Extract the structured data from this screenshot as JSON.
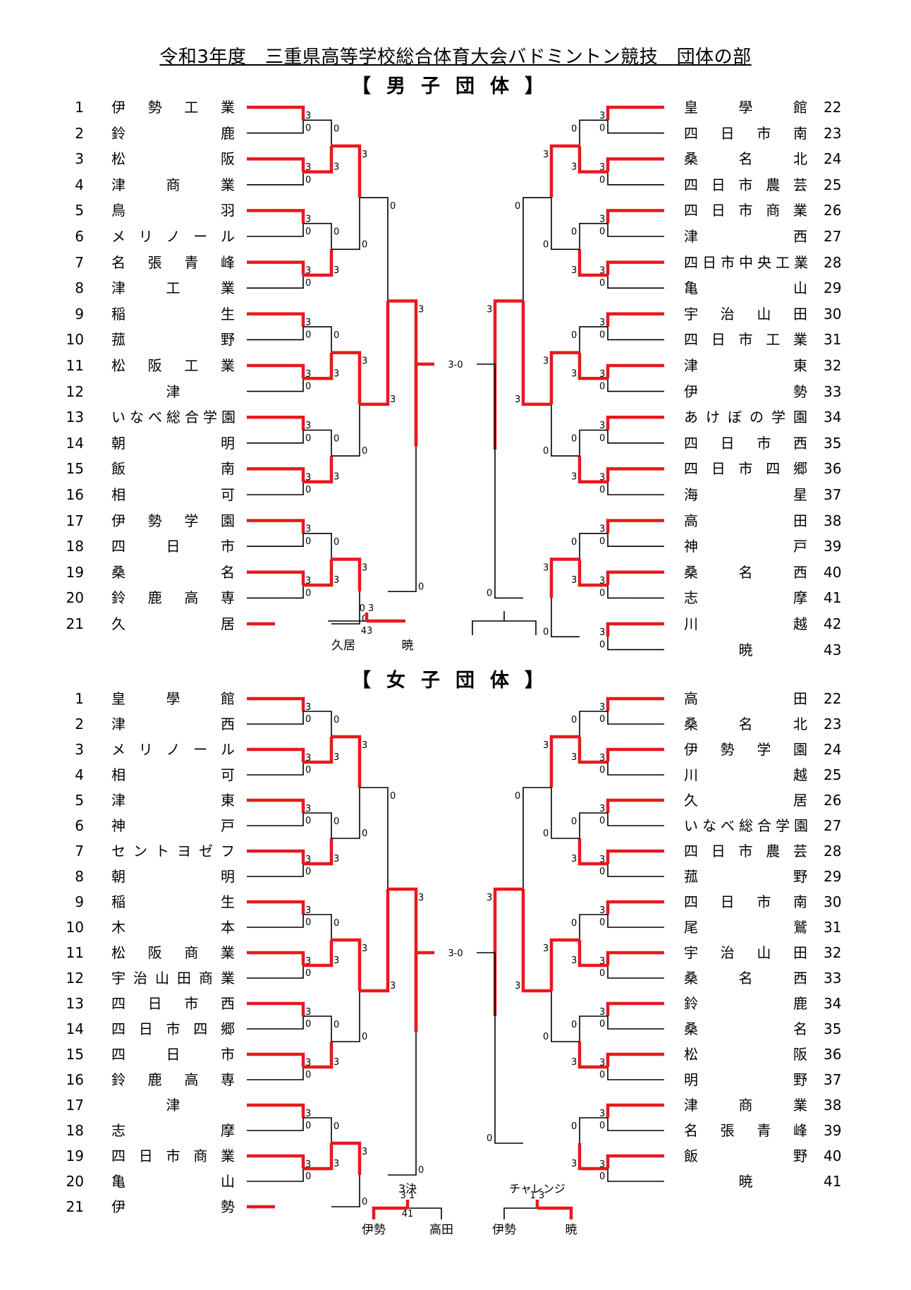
{
  "title": "令和3年度　三重県高等学校総合体育大会バドミントン競技　団体の部",
  "colors": {
    "winner": "#e8191c",
    "line": "#000000"
  },
  "men": {
    "section_title": "【男子団体】",
    "left_teams": [
      {
        "no": "1",
        "name": "伊勢工業"
      },
      {
        "no": "2",
        "name": "鈴鹿"
      },
      {
        "no": "3",
        "name": "松阪"
      },
      {
        "no": "4",
        "name": "津商業"
      },
      {
        "no": "5",
        "name": "鳥羽"
      },
      {
        "no": "6",
        "name": "メリノール"
      },
      {
        "no": "7",
        "name": "名張青峰"
      },
      {
        "no": "8",
        "name": "津工業"
      },
      {
        "no": "9",
        "name": "稲生"
      },
      {
        "no": "10",
        "name": "菰野"
      },
      {
        "no": "11",
        "name": "松阪工業"
      },
      {
        "no": "12",
        "name": "津"
      },
      {
        "no": "13",
        "name": "いなべ総合学園"
      },
      {
        "no": "14",
        "name": "朝明"
      },
      {
        "no": "15",
        "name": "飯南"
      },
      {
        "no": "16",
        "name": "相可"
      },
      {
        "no": "17",
        "name": "伊勢学園"
      },
      {
        "no": "18",
        "name": "四日市"
      },
      {
        "no": "19",
        "name": "桑名"
      },
      {
        "no": "20",
        "name": "鈴鹿高専"
      },
      {
        "no": "21",
        "name": "久居"
      }
    ],
    "right_teams": [
      {
        "no": "22",
        "name": "皇學館"
      },
      {
        "no": "23",
        "name": "四日市南"
      },
      {
        "no": "24",
        "name": "桑名北"
      },
      {
        "no": "25",
        "name": "四日市農芸"
      },
      {
        "no": "26",
        "name": "四日市商業"
      },
      {
        "no": "27",
        "name": "津西"
      },
      {
        "no": "28",
        "name": "四日市中央工業"
      },
      {
        "no": "29",
        "name": "亀山"
      },
      {
        "no": "30",
        "name": "宇治山田"
      },
      {
        "no": "31",
        "name": "四日市工業"
      },
      {
        "no": "32",
        "name": "津東"
      },
      {
        "no": "33",
        "name": "伊勢"
      },
      {
        "no": "34",
        "name": "あけぼの学園"
      },
      {
        "no": "35",
        "name": "四日市西"
      },
      {
        "no": "36",
        "name": "四日市四郷"
      },
      {
        "no": "37",
        "name": "海星"
      },
      {
        "no": "38",
        "name": "高田"
      },
      {
        "no": "39",
        "name": "神戸"
      },
      {
        "no": "40",
        "name": "桑名西"
      },
      {
        "no": "41",
        "name": "志摩"
      },
      {
        "no": "42",
        "name": "川越"
      },
      {
        "no": "43",
        "name": "暁"
      }
    ],
    "final_score": "3-0",
    "challenge": {
      "left_name": "久居",
      "right_name": "暁",
      "scores": "0 3",
      "seeds": "43"
    }
  },
  "women": {
    "section_title": "【女子団体】",
    "left_teams": [
      {
        "no": "1",
        "name": "皇學館"
      },
      {
        "no": "2",
        "name": "津西"
      },
      {
        "no": "3",
        "name": "メリノール"
      },
      {
        "no": "4",
        "name": "相可"
      },
      {
        "no": "5",
        "name": "津東"
      },
      {
        "no": "6",
        "name": "神戸"
      },
      {
        "no": "7",
        "name": "セントヨゼフ"
      },
      {
        "no": "8",
        "name": "朝明"
      },
      {
        "no": "9",
        "name": "稲生"
      },
      {
        "no": "10",
        "name": "木本"
      },
      {
        "no": "11",
        "name": "松阪商業"
      },
      {
        "no": "12",
        "name": "宇治山田商業"
      },
      {
        "no": "13",
        "name": "四日市西"
      },
      {
        "no": "14",
        "name": "四日市四郷"
      },
      {
        "no": "15",
        "name": "四日市"
      },
      {
        "no": "16",
        "name": "鈴鹿高専"
      },
      {
        "no": "17",
        "name": "津"
      },
      {
        "no": "18",
        "name": "志摩"
      },
      {
        "no": "19",
        "name": "四日市商業"
      },
      {
        "no": "20",
        "name": "亀山"
      },
      {
        "no": "21",
        "name": "伊勢"
      }
    ],
    "right_teams": [
      {
        "no": "22",
        "name": "高田"
      },
      {
        "no": "23",
        "name": "桑名北"
      },
      {
        "no": "24",
        "name": "伊勢学園"
      },
      {
        "no": "25",
        "name": "川越"
      },
      {
        "no": "26",
        "name": "久居"
      },
      {
        "no": "27",
        "name": "いなべ総合学園"
      },
      {
        "no": "28",
        "name": "四日市農芸"
      },
      {
        "no": "29",
        "name": "菰野"
      },
      {
        "no": "30",
        "name": "四日市南"
      },
      {
        "no": "31",
        "name": "尾鷲"
      },
      {
        "no": "32",
        "name": "宇治山田"
      },
      {
        "no": "33",
        "name": "桑名西"
      },
      {
        "no": "34",
        "name": "鈴鹿"
      },
      {
        "no": "35",
        "name": "桑名"
      },
      {
        "no": "36",
        "name": "松阪"
      },
      {
        "no": "37",
        "name": "明野"
      },
      {
        "no": "38",
        "name": "津商業"
      },
      {
        "no": "39",
        "name": "名張青峰"
      },
      {
        "no": "40",
        "name": "飯野"
      },
      {
        "no": "41",
        "name": "暁"
      }
    ],
    "final_score": "3-0",
    "third_place": {
      "label": "3決",
      "left_name": "伊勢",
      "right_name": "高田",
      "scores": "3 1",
      "seeds": "41"
    },
    "challenge": {
      "label": "チャレンジ",
      "left_name": "伊勢",
      "right_name": "暁",
      "scores": "1 3"
    }
  }
}
